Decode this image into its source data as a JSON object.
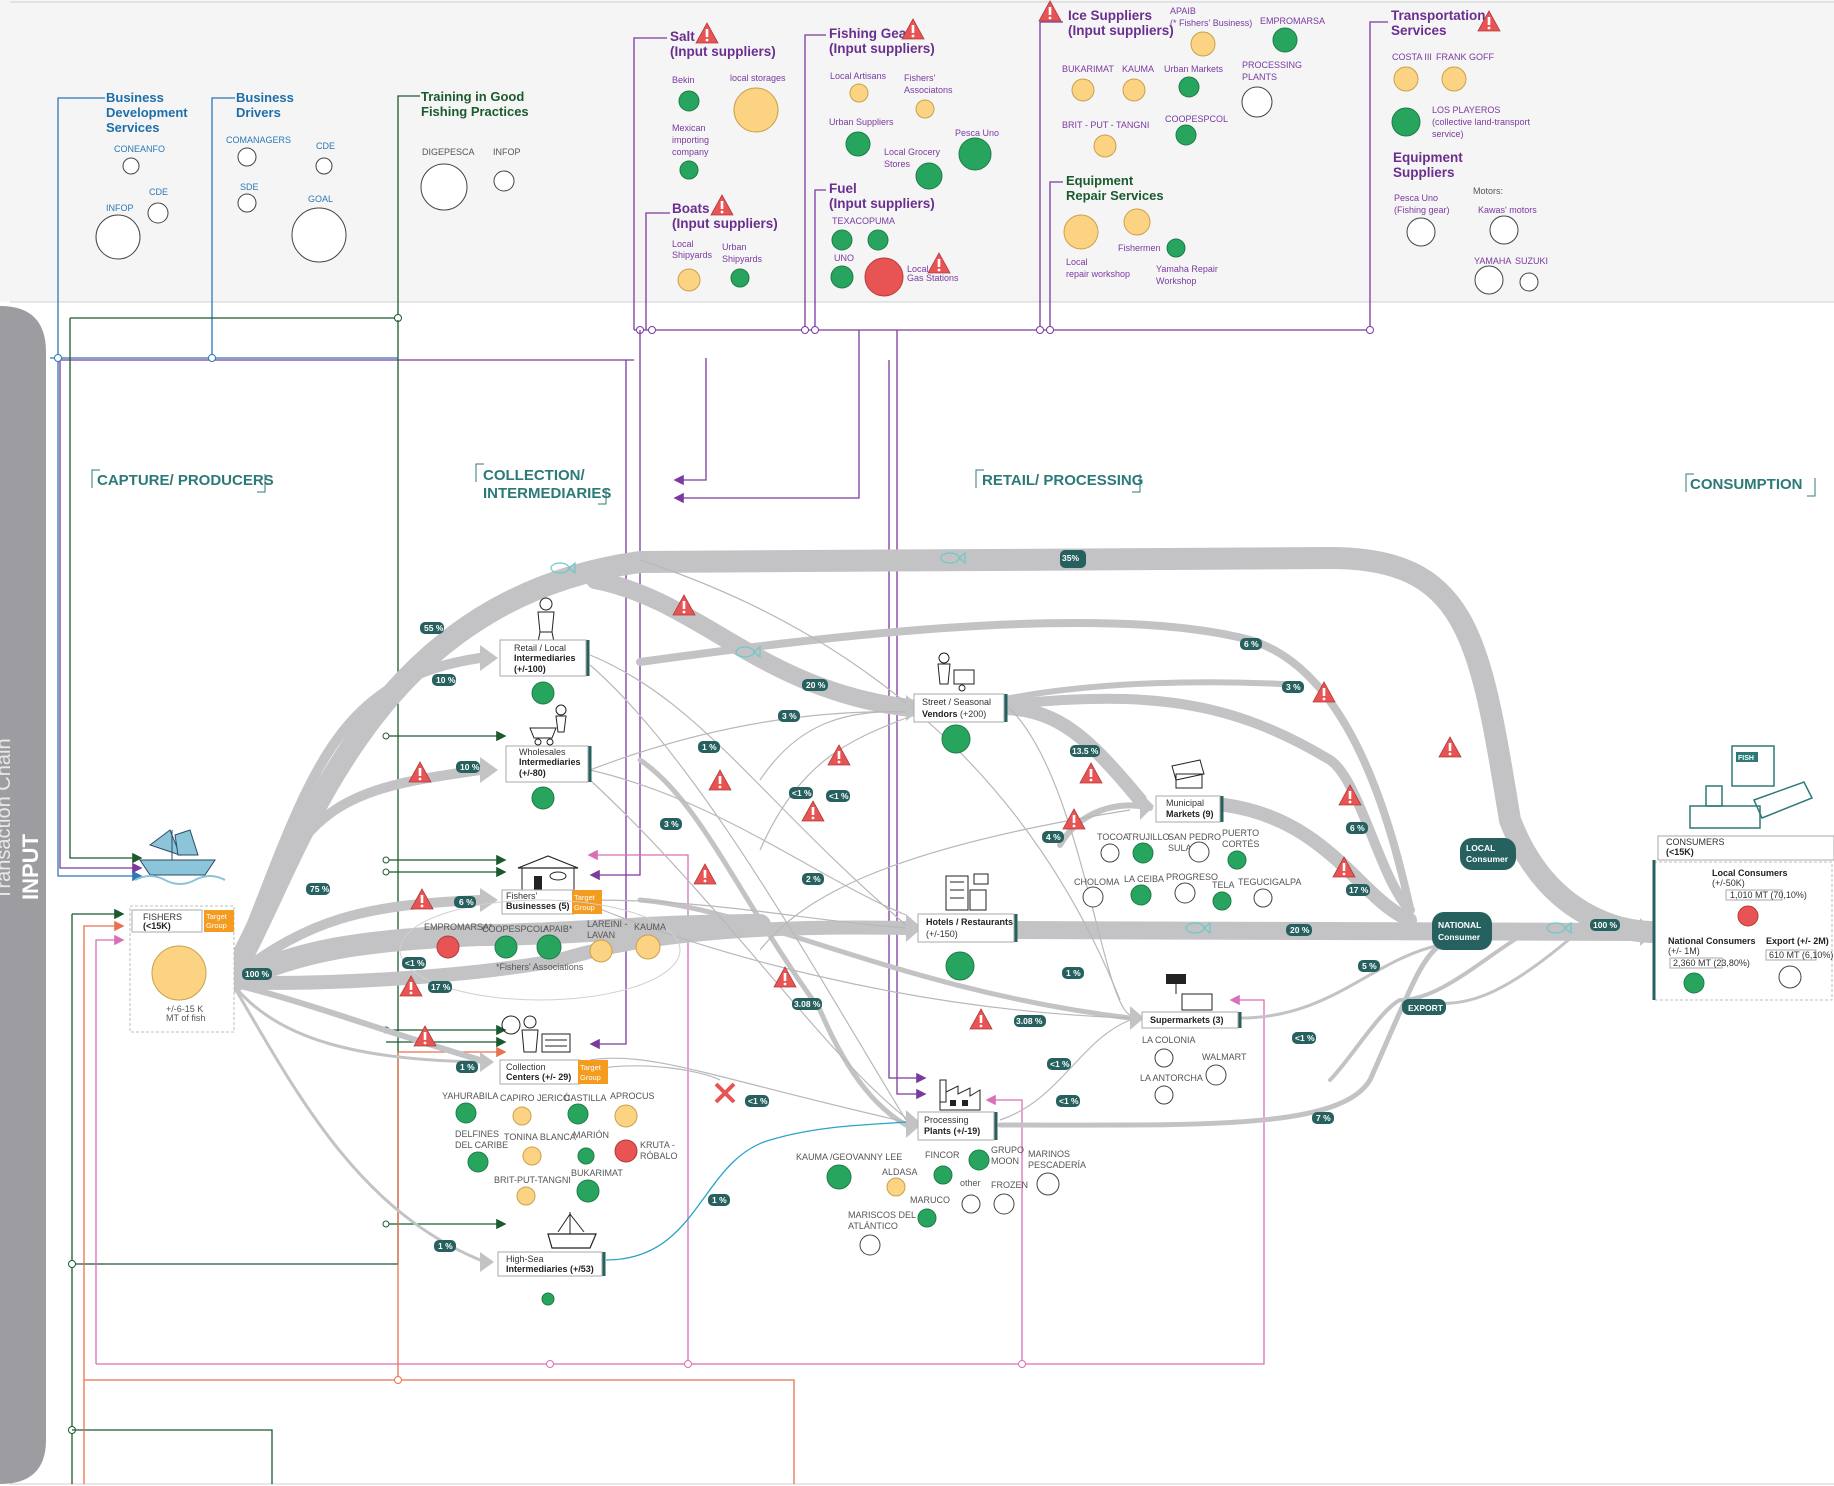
{
  "side_label": {
    "main": "INPUT",
    "sub": "Transaction Chain"
  },
  "support": {
    "bds": {
      "title": [
        "Business",
        "Development",
        "Services"
      ],
      "items": [
        "CONEANFO",
        "CDE",
        "INFOP"
      ]
    },
    "drivers": {
      "title": [
        "Business",
        "Drivers"
      ],
      "items": [
        "COMANAGERS",
        "CDE",
        "SDE",
        "GOAL"
      ]
    },
    "training": {
      "title": [
        "Training in Good",
        "Fishing Practices"
      ],
      "items": [
        "DIGEPESCA",
        "INFOP"
      ]
    }
  },
  "inputs": {
    "salt": {
      "title": [
        "Salt",
        "(Input  suppliers)"
      ],
      "items": [
        "Bekin",
        "local storages",
        "Mexican",
        "importing",
        "company"
      ]
    },
    "boats": {
      "title": [
        "Boats",
        "(Input suppliers)"
      ],
      "items": [
        "Local",
        "Shipyards",
        "Urban",
        "Shipyards"
      ]
    },
    "fishing_gear": {
      "title": [
        "Fishing Gear",
        "(Input suppliers)"
      ],
      "items": [
        "Local Artisans",
        "Fishers'",
        "Associatons",
        "Urban Suppliers",
        "Pesca Uno",
        "Local Grocery",
        "Stores"
      ]
    },
    "fuel": {
      "title": [
        "Fuel",
        "(Input suppliers)"
      ],
      "items": [
        "TEXACO",
        "PUMA",
        "UNO",
        "Local",
        "Gas Stations"
      ]
    },
    "ice": {
      "title": [
        "Ice Suppliers",
        "(Input suppliers)"
      ],
      "items": [
        "APAIB",
        "(* Fishers' Business)",
        "EMPROMARSA",
        "BUKARIMAT",
        "KAUMA",
        "Urban Markets",
        "PROCESSING",
        "PLANTS",
        "BRIT - PUT - TANGNI",
        "COOPESPCOL"
      ]
    },
    "equipment_repair": {
      "title": [
        "Equipment",
        "Repair Services"
      ],
      "items": [
        "Local",
        "repair workshop",
        "Fishermen",
        "Yamaha Repair",
        "Workshop"
      ]
    },
    "transport": {
      "title": [
        "Transportation",
        "Services"
      ],
      "items": [
        "COSTA III",
        "FRANK GOFF",
        "LOS PLAYEROS",
        "(collective land-transport",
        "service)"
      ]
    },
    "equipment_suppliers": {
      "title": [
        "Equipment",
        "Suppliers"
      ],
      "items": [
        "Pesca Uno",
        "(Fishing gear)",
        "Motors:",
        "Kawas' motors",
        "YAMAHA",
        "SUZUKI"
      ]
    }
  },
  "stages": [
    "CAPTURE/ PRODUCERS",
    "COLLECTION/",
    "INTERMEDIARIES",
    "RETAIL/ PROCESSING",
    "CONSUMPTION"
  ],
  "nodes": {
    "fishers": {
      "l1": "FISHERS",
      "l2": "(<15K)",
      "note1": "+/-6-15 K",
      "note2": "MT of fish"
    },
    "target": [
      "Target",
      "Group"
    ],
    "retail_local": {
      "l1": "Retail / Local",
      "l2": "Intermediaries",
      "l3": "(+/-100)"
    },
    "wholesales": {
      "l1": "Wholesales",
      "l2": "Intermediaries",
      "l3": "(+/-80)"
    },
    "fishers_business": {
      "l1": "Fishers'",
      "l2": "Businesses (5)",
      "members": [
        "EMPROMARSA*",
        "COOPESPCOL*",
        "APAIB*",
        "LAREINI -",
        "LAVAN",
        "KAUMA"
      ],
      "note": "*Fishers' Associations"
    },
    "collection": {
      "l1": "Collection",
      "l2": "Centers (+/- 29)",
      "members": [
        "YAHURABILA",
        "CAPIRO JERICÓ",
        "CASTILLA",
        "APROCUS",
        "DELFINES",
        "DEL CARIBE",
        "TONINA BLANCA",
        "MARIÓN",
        "KRUTA -",
        "RÓBALO",
        "BRIT-PUT-TANGNI",
        "BUKARIMAT"
      ]
    },
    "high_sea": {
      "l1": "High-Sea",
      "l2": "Intermediaries (+/53)"
    },
    "street": {
      "l1": "Street / Seasonal",
      "l2": "Vendors",
      "l3": "(+200)"
    },
    "municipal": {
      "l1": "Municipal",
      "l2": "Markets (9)",
      "members": [
        "TOCOA",
        "TRUJILLO",
        "SAN PEDRO",
        "SULA",
        "PUERTO",
        "CORTÉS",
        "CHOLOMA",
        "LA CEIBA",
        "PROGRESO",
        "TELA",
        "TEGUCIGALPA"
      ]
    },
    "hotels": {
      "l1": "Hotels / Restaurants",
      "l2": "(+/-150)"
    },
    "supermarkets": {
      "l1": "Supermarkets (3)",
      "members": [
        "LA COLONIA",
        "WALMART",
        "LA ANTORCHA"
      ]
    },
    "processing": {
      "l1": "Processing",
      "l2": "Plants (+/-19)",
      "members": [
        "KAUMA /GEOVANNY LEE",
        "ALDASA",
        "FINCOR",
        "GRUPO",
        "MOON",
        "MARINOS",
        "PESCADERÍA",
        "MARUCO",
        "other",
        "FROZEN",
        "MARISCOS DEL",
        "ATLÁNTICO"
      ]
    },
    "local_consumer": [
      "LOCAL",
      "Consumer"
    ],
    "national_consumer": [
      "NATIONAL",
      "Consumer"
    ],
    "export": "EXPORT",
    "consumers": {
      "l1": "CONSUMERS",
      "l2": "(<15K)",
      "local": "Local Consumers",
      "local_n": "(+/-50K)",
      "local_mt": "1,010 MT (70,10%)",
      "national": "National Consumers",
      "national_n": "(+/- 1M)",
      "national_mt": "2,360 MT (23,80%)",
      "export": "Export (+/- 2M)",
      "export_mt": "610 MT (6,10%)"
    },
    "fish_label": "FISH"
  },
  "percentages": [
    "55 %",
    "10 %",
    "10 %",
    "75 %",
    "6 %",
    "<1 %",
    "17 %",
    "100 %",
    "20 %",
    "3 %",
    "1 %",
    "3 %",
    "<1 %",
    "<1 %",
    "2 %",
    "3.08 %",
    "1 %",
    "<1 %",
    "1 %",
    "1 %",
    "35%",
    "6 %",
    "3 %",
    "13.5 %",
    "4 %",
    "6 %",
    "17 %",
    "20 %",
    "100 %",
    "1 %",
    "3.08 %",
    "5 %",
    "<1 %",
    "<1 %",
    "<1 %",
    "7 %"
  ],
  "colors": {
    "flow": "#c3c3c6",
    "label": "#26615f",
    "green": "#27a55e",
    "yellow": "#fbd382",
    "red": "#e85454",
    "blue": "#2b78b5",
    "purple": "#7a3a9e",
    "dark_green": "#1b5a2d",
    "pink": "#d96fb8",
    "orange": "#e8724f",
    "teal": "#2aa3c9"
  }
}
